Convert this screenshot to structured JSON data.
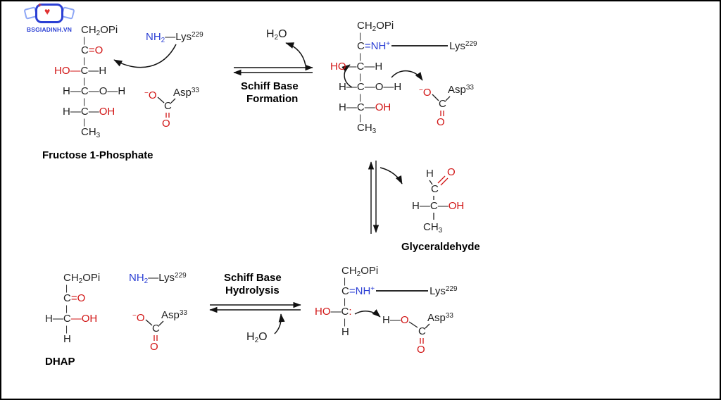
{
  "logo": {
    "text": "BSGIADINH.VN"
  },
  "colors": {
    "heteroatom_red": "#d11414",
    "amine_blue": "#2b3fd4",
    "text_black": "#1f1f1f"
  },
  "tok": {
    "CH": "CH",
    "sub2": "2",
    "sub3": "3",
    "OPi": "OPi",
    "C": "C",
    "O": "O",
    "H": "H",
    "HO": "HO",
    "OH": "OH",
    "NH": "NH",
    "plus": "+",
    "minus": "−",
    "colon": ":",
    "Lys": "Lys",
    "lys_num": "229",
    "Asp": "Asp",
    "asp_num": "33",
    "eq": "=",
    "dash": "—",
    "vbond": "|"
  },
  "labels": {
    "fructose": "Fructose 1-Phosphate",
    "glyceraldehyde": "Glyceraldehyde",
    "dhap": "DHAP",
    "formation_line1": "Schiff Base",
    "formation_line2": "Formation",
    "hydrolysis_line1": "Schiff Base",
    "hydrolysis_line2": "Hydrolysis"
  }
}
